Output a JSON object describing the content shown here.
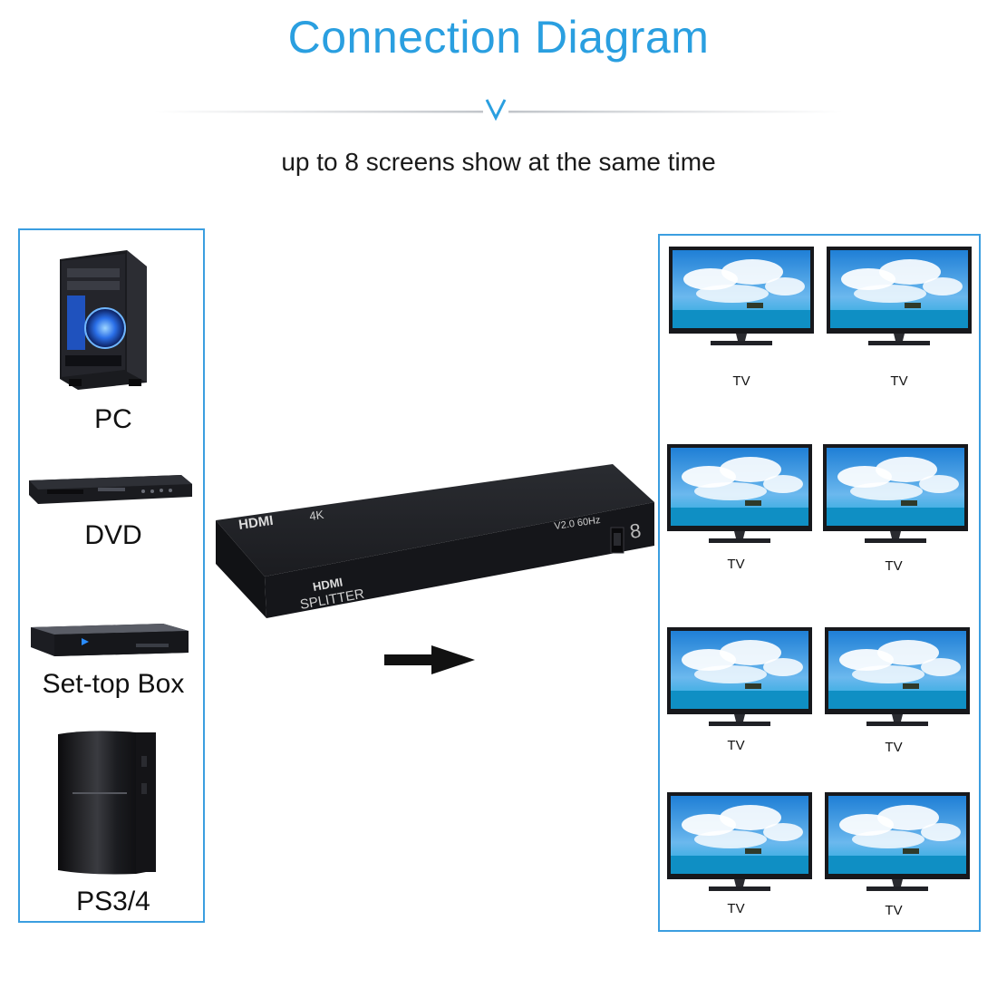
{
  "header": {
    "title": "Connection Diagram",
    "subtitle": "up to 8 screens show at the same time"
  },
  "sources": [
    {
      "label": "PC",
      "icon": "pc-tower-icon"
    },
    {
      "label": "DVD",
      "icon": "dvd-player-icon"
    },
    {
      "label": "Set-top Box",
      "icon": "set-top-box-icon"
    },
    {
      "label": "PS3/4",
      "icon": "game-console-icon"
    }
  ],
  "splitter": {
    "brand_top": "HDMI",
    "badge": "4K",
    "version": "V2.0 60Hz",
    "brand_side": "HDMI",
    "name": "SPLITTER"
  },
  "outputs": [
    {
      "label": "TV"
    },
    {
      "label": "TV"
    },
    {
      "label": "TV"
    },
    {
      "label": "TV"
    },
    {
      "label": "TV"
    },
    {
      "label": "TV"
    },
    {
      "label": "TV"
    },
    {
      "label": "TV"
    }
  ],
  "colors": {
    "accent": "#2a9fe0",
    "panel_border": "#3b9ee0",
    "device_dark": "#1b1c20"
  }
}
